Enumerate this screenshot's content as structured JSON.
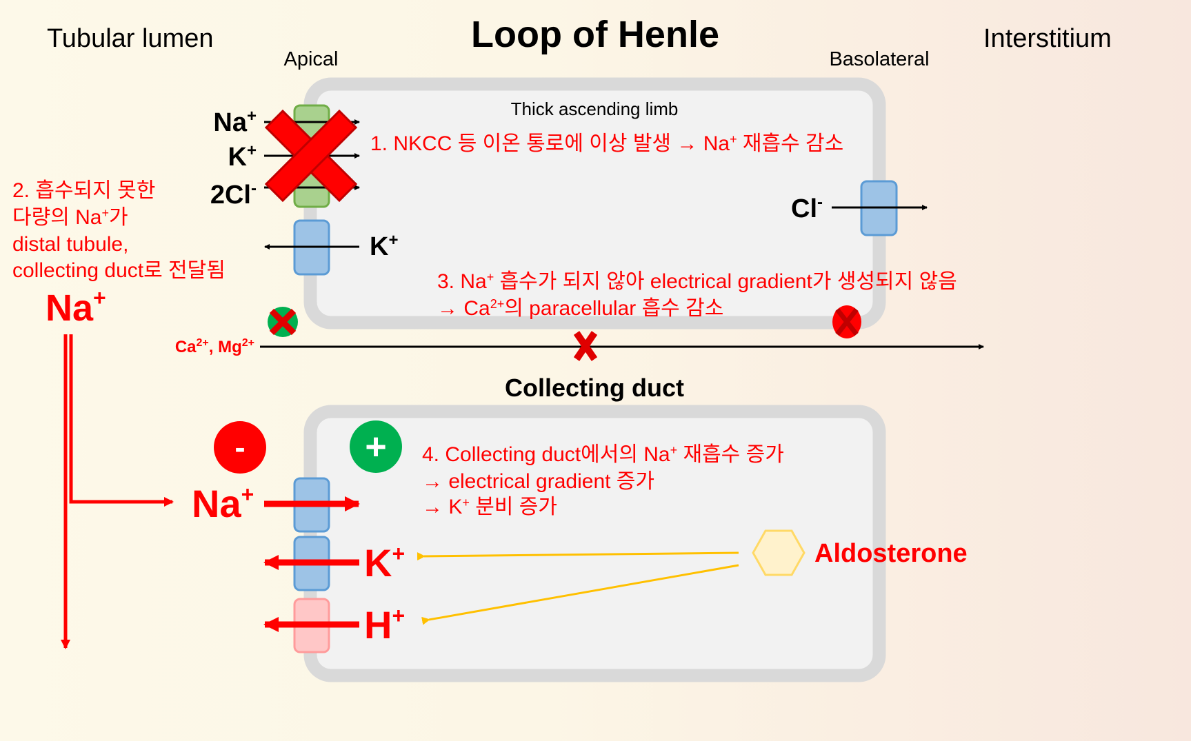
{
  "title": "Loop of Henle",
  "regions": {
    "left": "Tubular lumen",
    "right": "Interstitium",
    "apical": "Apical",
    "basolateral": "Basolateral"
  },
  "top_cell": {
    "label": "Thick ascending limb",
    "ions_in": [
      {
        "base": "Na",
        "sup": "+"
      },
      {
        "base": "K",
        "sup": "+"
      },
      {
        "base": "2Cl",
        "sup": "-"
      }
    ],
    "k_out": {
      "base": "K",
      "sup": "+"
    },
    "cl_out": {
      "base": "Cl",
      "sup": "-"
    },
    "note1": {
      "a": "1. NKCC 등 이온 통로에 이상 발생 → Na",
      "sup": "+",
      "b": " 재흡수 감소"
    },
    "note3": {
      "l1a": "3. Na",
      "l1sup": "+",
      "l1b": " 흡수가 되지 않아 electrical gradient가 생성되지 않음",
      "l2a": "→ Ca",
      "l2sup": "2+",
      "l2b": "의 paracellular 흡수 감소"
    }
  },
  "note2": {
    "l1": "2. 흡수되지 못한",
    "l2a": "다량의 Na",
    "l2sup": "+",
    "l2b": "가",
    "l3": "distal tubule,",
    "l4": "collecting duct로 전달됨"
  },
  "na_big": {
    "base": "Na",
    "sup": "+"
  },
  "paracellular": {
    "a": "Ca",
    "asup": "2+",
    "b": ", Mg",
    "bsup": "2+"
  },
  "bottom_cell": {
    "label": "Collecting duct",
    "minus": "-",
    "plus": "+",
    "note4": {
      "l1a": "4. Collecting duct에서의 Na",
      "l1sup": "+",
      "l1b": " 재흡수 증가",
      "l2": "→ electrical gradient 증가",
      "l3a": "→ K",
      "l3sup": "+",
      "l3b": " 분비 증가"
    },
    "na": {
      "base": "Na",
      "sup": "+"
    },
    "k": {
      "base": "K",
      "sup": "+"
    },
    "h": {
      "base": "H",
      "sup": "+"
    },
    "hormone": "Aldosterone"
  },
  "colors": {
    "red": "#ff0000",
    "green_channel": "#a9d18e",
    "blue_channel": "#9dc3e6",
    "pink_channel": "#ffc7c7",
    "aldosterone": "#ffc000",
    "cell_border": "#d9d9d9",
    "cell_fill": "#f2f2f2"
  }
}
